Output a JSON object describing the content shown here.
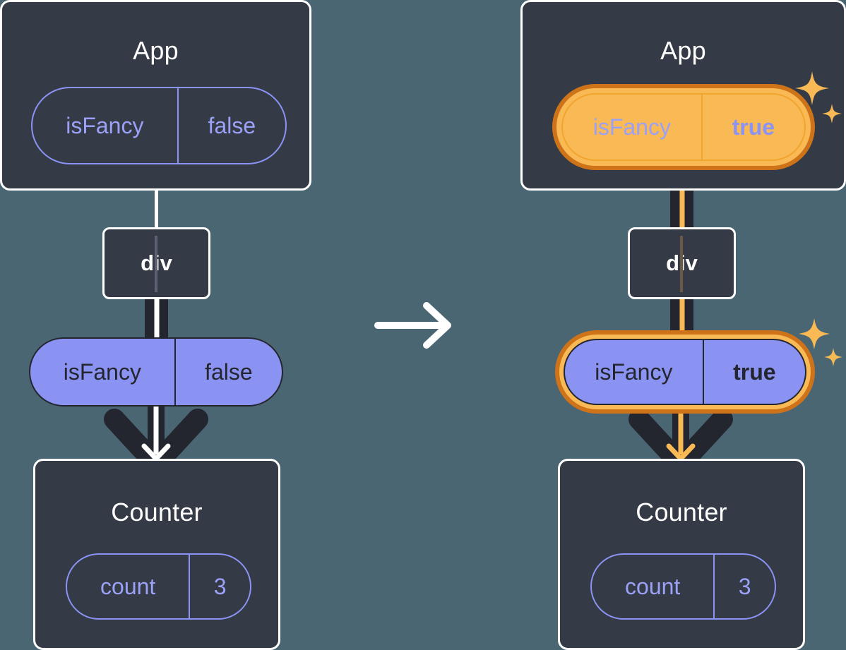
{
  "diagram": {
    "title": "React state propagation: isFancy toggles from false to true",
    "background_color": "#4b6673",
    "panel_color": "#343a46",
    "pill_fill": "#8b93f2",
    "pill_text_dark": "#23262e",
    "pill_outline_purple": "#8b93f5",
    "highlight_outer": "#ce7319",
    "highlight_inner": "#f9b954",
    "line_dark": "#23262e",
    "line_white": "#ffffff",
    "transition_arrow_icon": "arrow-right-icon",
    "sparkle_icon": "sparkle-icon"
  },
  "left": {
    "app": {
      "title": "App",
      "state": {
        "name": "isFancy",
        "value": "false",
        "highlighted": false
      }
    },
    "div": {
      "label": "div"
    },
    "prop": {
      "name": "isFancy",
      "value": "false",
      "highlighted": false
    },
    "counter": {
      "title": "Counter",
      "state": {
        "name": "count",
        "value": "3",
        "highlighted": false
      }
    }
  },
  "right": {
    "app": {
      "title": "App",
      "state": {
        "name": "isFancy",
        "value": "true",
        "highlighted": true
      }
    },
    "div": {
      "label": "div"
    },
    "prop": {
      "name": "isFancy",
      "value": "true",
      "highlighted": true
    },
    "counter": {
      "title": "Counter",
      "state": {
        "name": "count",
        "value": "3",
        "highlighted": false
      }
    }
  }
}
